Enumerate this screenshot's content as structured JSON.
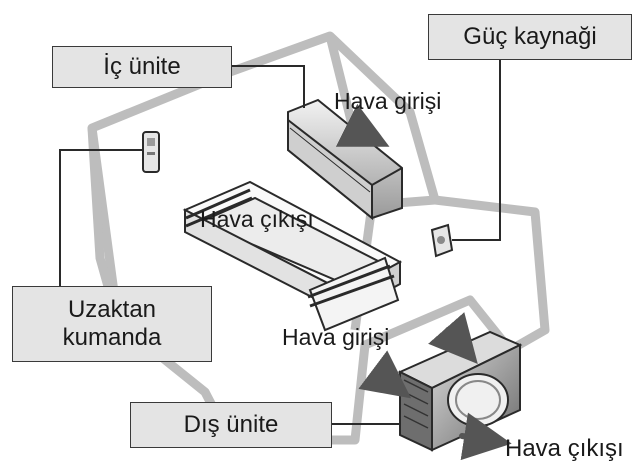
{
  "labels": {
    "indoor_unit": "İç ünite",
    "power_supply": "Güç kaynaği",
    "remote_line1": "Uzaktan",
    "remote_line2": "kumanda",
    "outdoor_unit": "Dış ünite",
    "air_inlet_top": "Hava girişi",
    "air_outlet_mid": "Hava çıkışı",
    "air_inlet_bottom": "Hava girişi",
    "air_outlet_bottom": "Hava çıkışı"
  },
  "colors": {
    "box_fill": "#e4e4e4",
    "line": "#2a2a2a",
    "room_outline": "#bdbdbd"
  }
}
